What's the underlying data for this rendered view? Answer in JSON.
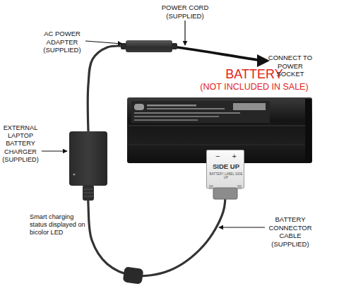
{
  "diagram": {
    "nodes": [
      {
        "text": [
          "AC POWER ADAPTER (SUPPLIED)"
        ]
      },
      {
        "text": [
          "EXTERNAL LAPTOP BATTERY CHARGER (SUPPLIED)"
        ]
      },
      {
        "text": [
          "BATTERY",
          "(NOT INCLUDED IN SALE)"
        ]
      },
      {
        "text": [
          "− +",
          "SIDE UP",
          "BATTERY LABEL SIDE UP"
        ]
      }
    ],
    "edges": [
      {
        "from": 0,
        "to": 1,
        "arrow": "none"
      },
      {
        "from": 1,
        "to": 3,
        "arrow": "none"
      }
    ],
    "labels": [
      "POWER CORD (SUPPLIED)",
      "CONNECT TO POWER SOCKET",
      "Smart charging status displayed on bicolor LED",
      "BATTERY CONNECTOR CABLE (SUPPLIED)"
    ]
  }
}
